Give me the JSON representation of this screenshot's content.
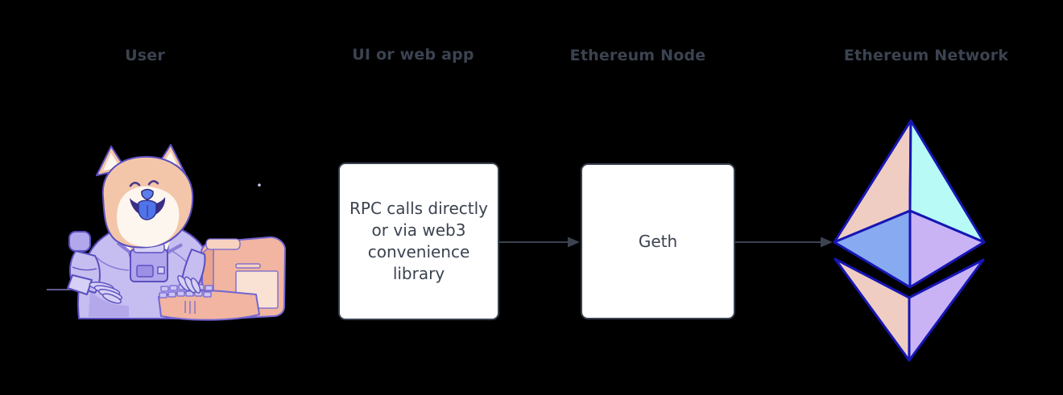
{
  "palette": {
    "ink": "#3b4350",
    "boxBorder": "#39414e",
    "boxBg": "#ffffff",
    "ethOutline": "#1616B4",
    "ethPeach": "#F0CDC2",
    "ethCyan": "#B8FAF6",
    "ethBlue": "#88AAF1",
    "ethPurple": "#C9B3F5",
    "fur": "#f4c6a9",
    "furLight": "#fdf6ee",
    "suit": "#c6bdf1",
    "suitDark": "#b2a6ec",
    "suitShadow": "#9d8fe4",
    "outline": "#5a4fc0",
    "linePurple": "#8a7cd8",
    "glove": "#d6d0f6",
    "tongue": "#4f74e8",
    "mouth": "#3b2e85",
    "nose": "#5c7ee8",
    "noseInk": "#2f2b86",
    "eyeInk": "#463a8c",
    "computer": "#f1b5a1",
    "computerDark": "#e9a48e",
    "computerLight": "#f7d2c0",
    "computerPanel": "#f9e2d4",
    "computerOutline": "#7265d2",
    "keys": "#cbc3f3",
    "desk": "#9b8fdf",
    "sparkle": "#cfc8f4"
  },
  "headers": {
    "user": "User",
    "ui": "UI or web app",
    "node": "Ethereum Node",
    "network": "Ethereum Network"
  },
  "boxes": {
    "ui": {
      "lines": [
        "RPC calls directly",
        "or via web3",
        "convenience",
        "library"
      ]
    },
    "node": {
      "label": "Geth"
    }
  },
  "icons": {
    "user_illustration": "doge-astronaut-at-computer-illustration",
    "network_logo": "ethereum-diamond-logo"
  }
}
